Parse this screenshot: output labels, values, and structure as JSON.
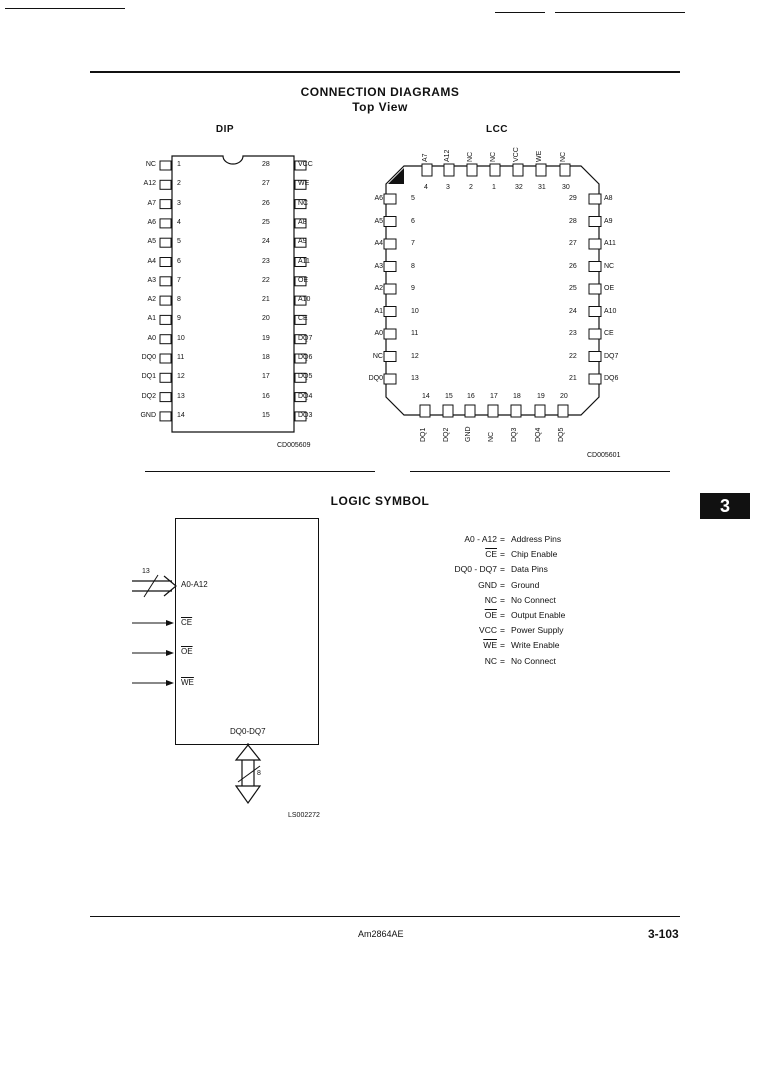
{
  "header": {
    "title": "CONNECTION DIAGRAMS",
    "subtitle": "Top View"
  },
  "dip": {
    "title": "DIP",
    "code": "CD005609",
    "left_pins": [
      {
        "num": "1",
        "label": "NC"
      },
      {
        "num": "2",
        "label": "A12"
      },
      {
        "num": "3",
        "label": "A7"
      },
      {
        "num": "4",
        "label": "A6"
      },
      {
        "num": "5",
        "label": "A5"
      },
      {
        "num": "6",
        "label": "A4"
      },
      {
        "num": "7",
        "label": "A3"
      },
      {
        "num": "8",
        "label": "A2"
      },
      {
        "num": "9",
        "label": "A1"
      },
      {
        "num": "10",
        "label": "A0"
      },
      {
        "num": "11",
        "label": "DQ0"
      },
      {
        "num": "12",
        "label": "DQ1"
      },
      {
        "num": "13",
        "label": "DQ2"
      },
      {
        "num": "14",
        "label": "GND"
      }
    ],
    "right_pins": [
      {
        "num": "28",
        "label": "VCC"
      },
      {
        "num": "27",
        "label": "WE"
      },
      {
        "num": "26",
        "label": "NC"
      },
      {
        "num": "25",
        "label": "A8"
      },
      {
        "num": "24",
        "label": "A9"
      },
      {
        "num": "23",
        "label": "A11"
      },
      {
        "num": "22",
        "label": "OE"
      },
      {
        "num": "21",
        "label": "A10"
      },
      {
        "num": "20",
        "label": "CE"
      },
      {
        "num": "19",
        "label": "DQ7"
      },
      {
        "num": "18",
        "label": "DQ6"
      },
      {
        "num": "17",
        "label": "DQ5"
      },
      {
        "num": "16",
        "label": "DQ4"
      },
      {
        "num": "15",
        "label": "DQ3"
      }
    ]
  },
  "lcc": {
    "title": "LCC",
    "code": "CD005601",
    "top_pins": [
      {
        "num": "4",
        "label": "A7"
      },
      {
        "num": "3",
        "label": "A12"
      },
      {
        "num": "2",
        "label": "NC"
      },
      {
        "num": "1",
        "label": "NC"
      },
      {
        "num": "32",
        "label": "VCC"
      },
      {
        "num": "31",
        "label": "WE"
      },
      {
        "num": "30",
        "label": "NC"
      }
    ],
    "left_pins": [
      {
        "num": "5",
        "label": "A6"
      },
      {
        "num": "6",
        "label": "A5"
      },
      {
        "num": "7",
        "label": "A4"
      },
      {
        "num": "8",
        "label": "A3"
      },
      {
        "num": "9",
        "label": "A2"
      },
      {
        "num": "10",
        "label": "A1"
      },
      {
        "num": "11",
        "label": "A0"
      },
      {
        "num": "12",
        "label": "NC"
      },
      {
        "num": "13",
        "label": "DQ0"
      }
    ],
    "right_pins": [
      {
        "num": "29",
        "label": "A8"
      },
      {
        "num": "28",
        "label": "A9"
      },
      {
        "num": "27",
        "label": "A11"
      },
      {
        "num": "26",
        "label": "NC"
      },
      {
        "num": "25",
        "label": "OE"
      },
      {
        "num": "24",
        "label": "A10"
      },
      {
        "num": "23",
        "label": "CE"
      },
      {
        "num": "22",
        "label": "DQ7"
      },
      {
        "num": "21",
        "label": "DQ6"
      }
    ],
    "bottom_pins": [
      {
        "num": "14",
        "label": "DQ1"
      },
      {
        "num": "15",
        "label": "DQ2"
      },
      {
        "num": "16",
        "label": "GND"
      },
      {
        "num": "17",
        "label": "NC"
      },
      {
        "num": "18",
        "label": "DQ3"
      },
      {
        "num": "19",
        "label": "DQ4"
      },
      {
        "num": "20",
        "label": "DQ5"
      }
    ]
  },
  "logic": {
    "title": "LOGIC SYMBOL",
    "bus_count": "13",
    "addr_label": "A0-A12",
    "ce_label": "CE",
    "oe_label": "OE",
    "we_label": "WE",
    "dq_label": "DQ0-DQ7",
    "dq_count": "8",
    "code": "LS002272"
  },
  "legend": [
    {
      "key": "A0 - A12",
      "desc": "Address Pins"
    },
    {
      "key": "CE",
      "desc": "Chip Enable"
    },
    {
      "key": "DQ0 - DQ7",
      "desc": "Data Pins"
    },
    {
      "key": "GND",
      "desc": "Ground"
    },
    {
      "key": "NC",
      "desc": "No Connect"
    },
    {
      "key": "OE",
      "desc": "Output Enable"
    },
    {
      "key": "VCC",
      "desc": "Power Supply"
    },
    {
      "key": "WE",
      "desc": "Write Enable"
    },
    {
      "key": "NC",
      "desc": "No Connect"
    }
  ],
  "section_tab": "3",
  "footer": {
    "part": "Am2864AE",
    "page": "3-103"
  }
}
